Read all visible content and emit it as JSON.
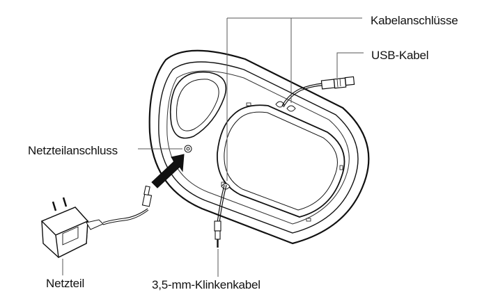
{
  "labels": {
    "cable_ports": "Kabelanschlüsse",
    "usb_cable": "USB-Kabel",
    "power_port": "Netzteilanschluss",
    "power_adapter": "Netzteil",
    "audio_cable": "3,5-mm-Klinkenkabel"
  },
  "colors": {
    "line": "#111111",
    "leader": "#555555",
    "fill": "#ffffff"
  }
}
